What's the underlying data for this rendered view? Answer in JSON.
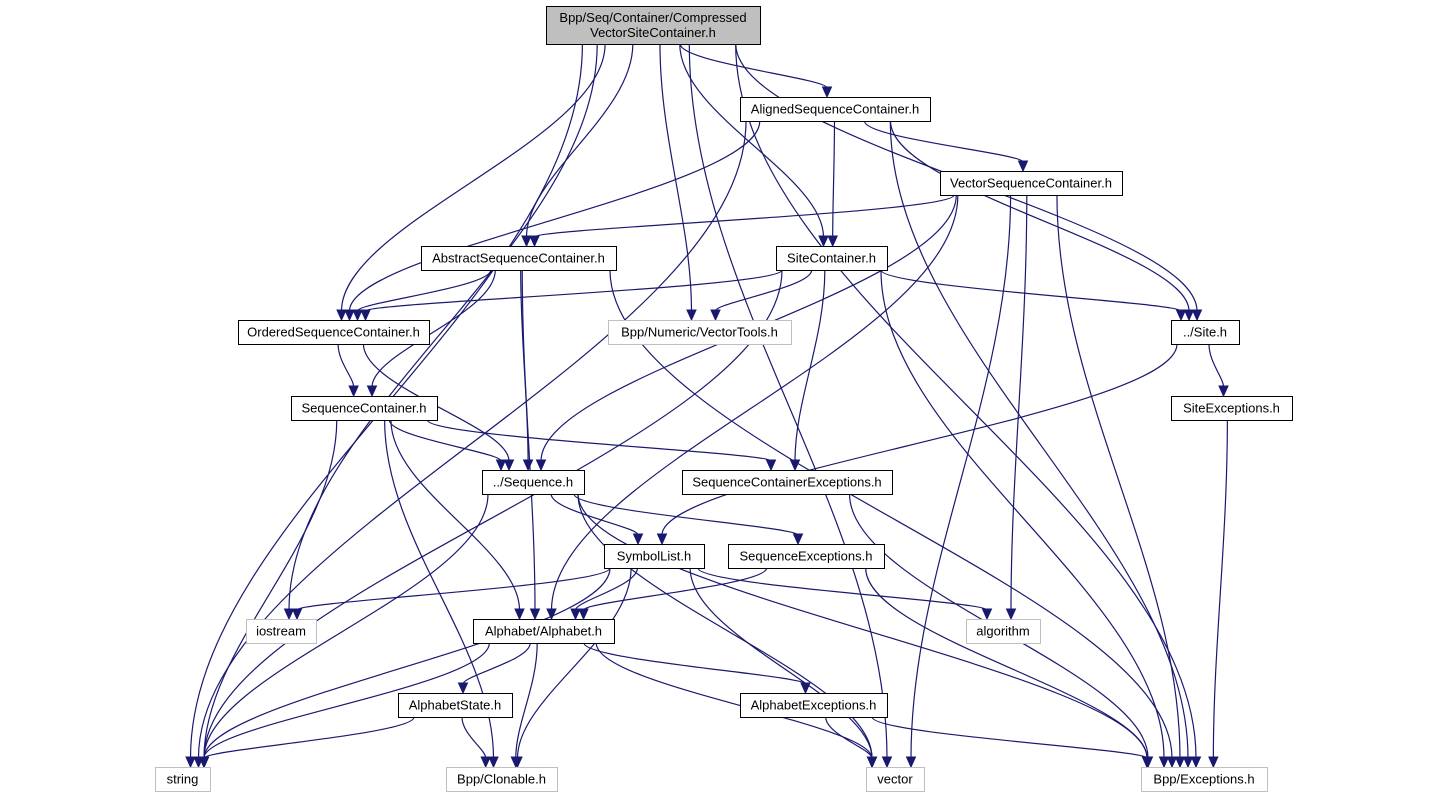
{
  "title": "Bpp/Seq/Container/CompressedVectorSiteContainer.h include dependency graph",
  "colors": {
    "edge": "#191970",
    "root_fill": "#bfbfbf",
    "node_border": "#000000",
    "external_border": "#bfbfbf",
    "node_fill": "#ffffff"
  },
  "nodes": [
    {
      "id": "root",
      "lines": [
        "Bpp/Seq/Container/Compressed",
        "VectorSiteContainer.h"
      ],
      "kind": "root"
    },
    {
      "id": "aligned",
      "lines": [
        "AlignedSequenceContainer.h"
      ],
      "kind": "internal"
    },
    {
      "id": "vectorseq",
      "lines": [
        "VectorSequenceContainer.h"
      ],
      "kind": "internal"
    },
    {
      "id": "abstractseq",
      "lines": [
        "AbstractSequenceContainer.h"
      ],
      "kind": "internal"
    },
    {
      "id": "sitecontainer",
      "lines": [
        "SiteContainer.h"
      ],
      "kind": "internal"
    },
    {
      "id": "ordered",
      "lines": [
        "OrderedSequenceContainer.h"
      ],
      "kind": "internal"
    },
    {
      "id": "vectortools",
      "lines": [
        "Bpp/Numeric/VectorTools.h"
      ],
      "kind": "external"
    },
    {
      "id": "site",
      "lines": [
        "../Site.h"
      ],
      "kind": "internal"
    },
    {
      "id": "seqcontainer",
      "lines": [
        "SequenceContainer.h"
      ],
      "kind": "internal"
    },
    {
      "id": "siteexc",
      "lines": [
        "SiteExceptions.h"
      ],
      "kind": "internal"
    },
    {
      "id": "sequence",
      "lines": [
        "../Sequence.h"
      ],
      "kind": "internal"
    },
    {
      "id": "seqcontexc",
      "lines": [
        "SequenceContainerExceptions.h"
      ],
      "kind": "internal"
    },
    {
      "id": "symbollist",
      "lines": [
        "SymbolList.h"
      ],
      "kind": "internal"
    },
    {
      "id": "seqexc",
      "lines": [
        "SequenceExceptions.h"
      ],
      "kind": "internal"
    },
    {
      "id": "iostream",
      "lines": [
        "iostream"
      ],
      "kind": "external"
    },
    {
      "id": "alphabet",
      "lines": [
        "Alphabet/Alphabet.h"
      ],
      "kind": "internal"
    },
    {
      "id": "algorithm",
      "lines": [
        "algorithm"
      ],
      "kind": "external"
    },
    {
      "id": "alphstate",
      "lines": [
        "AlphabetState.h"
      ],
      "kind": "internal"
    },
    {
      "id": "alphexc",
      "lines": [
        "AlphabetExceptions.h"
      ],
      "kind": "internal"
    },
    {
      "id": "string",
      "lines": [
        "string"
      ],
      "kind": "external"
    },
    {
      "id": "clonable",
      "lines": [
        "Bpp/Clonable.h"
      ],
      "kind": "external"
    },
    {
      "id": "vector",
      "lines": [
        "vector"
      ],
      "kind": "external"
    },
    {
      "id": "exceptions",
      "lines": [
        "Bpp/Exceptions.h"
      ],
      "kind": "external"
    }
  ],
  "edges": [
    [
      "root",
      "aligned"
    ],
    [
      "root",
      "abstractseq"
    ],
    [
      "root",
      "sitecontainer"
    ],
    [
      "root",
      "ordered"
    ],
    [
      "root",
      "vectortools"
    ],
    [
      "root",
      "site"
    ],
    [
      "root",
      "string"
    ],
    [
      "root",
      "iostream"
    ],
    [
      "root",
      "vector"
    ],
    [
      "root",
      "exceptions"
    ],
    [
      "aligned",
      "vectorseq"
    ],
    [
      "aligned",
      "sitecontainer"
    ],
    [
      "aligned",
      "ordered"
    ],
    [
      "aligned",
      "site"
    ],
    [
      "aligned",
      "string"
    ],
    [
      "aligned",
      "exceptions"
    ],
    [
      "vectorseq",
      "abstractseq"
    ],
    [
      "vectorseq",
      "sequence"
    ],
    [
      "vectorseq",
      "alphabet"
    ],
    [
      "vectorseq",
      "algorithm"
    ],
    [
      "vectorseq",
      "vector"
    ],
    [
      "vectorseq",
      "exceptions"
    ],
    [
      "abstractseq",
      "ordered"
    ],
    [
      "abstractseq",
      "seqcontainer"
    ],
    [
      "abstractseq",
      "sequence"
    ],
    [
      "abstractseq",
      "alphabet"
    ],
    [
      "abstractseq",
      "exceptions"
    ],
    [
      "sitecontainer",
      "ordered"
    ],
    [
      "sitecontainer",
      "vectortools"
    ],
    [
      "sitecontainer",
      "site"
    ],
    [
      "sitecontainer",
      "seqcontexc"
    ],
    [
      "sitecontainer",
      "string"
    ],
    [
      "sitecontainer",
      "exceptions"
    ],
    [
      "ordered",
      "seqcontainer"
    ],
    [
      "ordered",
      "sequence"
    ],
    [
      "site",
      "siteexc"
    ],
    [
      "site",
      "symbollist"
    ],
    [
      "siteexc",
      "exceptions"
    ],
    [
      "seqcontainer",
      "sequence"
    ],
    [
      "seqcontainer",
      "seqcontexc"
    ],
    [
      "seqcontainer",
      "alphabet"
    ],
    [
      "seqcontainer",
      "string"
    ],
    [
      "seqcontainer",
      "clonable"
    ],
    [
      "seqcontexc",
      "exceptions"
    ],
    [
      "sequence",
      "symbollist"
    ],
    [
      "sequence",
      "seqexc"
    ],
    [
      "sequence",
      "string"
    ],
    [
      "sequence",
      "vector"
    ],
    [
      "sequence",
      "exceptions"
    ],
    [
      "symbollist",
      "alphabet"
    ],
    [
      "symbollist",
      "iostream"
    ],
    [
      "symbollist",
      "algorithm"
    ],
    [
      "symbollist",
      "string"
    ],
    [
      "symbollist",
      "clonable"
    ],
    [
      "symbollist",
      "vector"
    ],
    [
      "seqexc",
      "alphabet"
    ],
    [
      "seqexc",
      "exceptions"
    ],
    [
      "alphabet",
      "alphstate"
    ],
    [
      "alphabet",
      "alphexc"
    ],
    [
      "alphabet",
      "string"
    ],
    [
      "alphabet",
      "clonable"
    ],
    [
      "alphabet",
      "vector"
    ],
    [
      "alphstate",
      "string"
    ],
    [
      "alphstate",
      "clonable"
    ],
    [
      "alphexc",
      "vector"
    ],
    [
      "alphexc",
      "exceptions"
    ]
  ]
}
